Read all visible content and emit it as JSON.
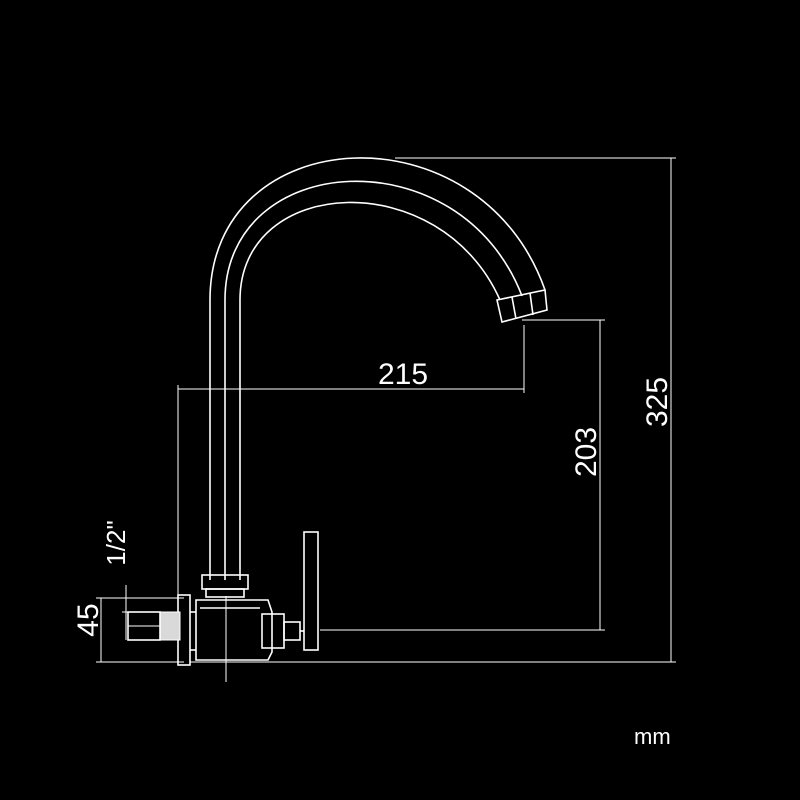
{
  "dimensions": {
    "reach": "215",
    "spout_height": "203",
    "total_height": "325",
    "base_height": "45",
    "thread": "1/2\""
  },
  "unit_label": "mm",
  "colors": {
    "background": "#000000",
    "line": "#ffffff",
    "cap": "#d9d9d9"
  }
}
